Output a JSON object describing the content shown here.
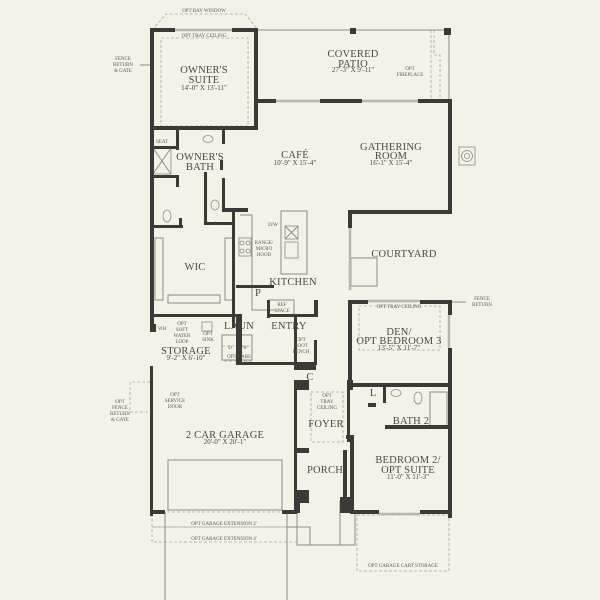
{
  "plan": {
    "background": "#f4f1e7",
    "wall_color": "#3c3a36",
    "rooms": [
      {
        "id": "owners-suite",
        "name": [
          "OWNER'S",
          "SUITE"
        ],
        "dims": "14'-0\" X 13'-11\""
      },
      {
        "id": "covered-patio",
        "name": [
          "COVERED",
          "PATIO"
        ],
        "dims": "27'-3\" X 9'-11\""
      },
      {
        "id": "cafe",
        "name": [
          "CAFÉ"
        ],
        "dims": "10'-9\" X 15'-4\""
      },
      {
        "id": "gathering-room",
        "name": [
          "GATHERING",
          "ROOM"
        ],
        "dims": "16'-1\" X 15'-4\""
      },
      {
        "id": "owners-bath",
        "name": [
          "OWNER'S",
          "BATH"
        ],
        "dims": ""
      },
      {
        "id": "wic",
        "name": [
          "WIC"
        ],
        "dims": ""
      },
      {
        "id": "kitchen",
        "name": [
          "KITCHEN"
        ],
        "dims": ""
      },
      {
        "id": "courtyard",
        "name": [
          "COURTYARD"
        ],
        "dims": ""
      },
      {
        "id": "den",
        "name": [
          "DEN/",
          "OPT BEDROOM 3"
        ],
        "dims": "13'-5\" X 11'-7\""
      },
      {
        "id": "laun",
        "name": [
          "LAUN"
        ],
        "dims": ""
      },
      {
        "id": "entry",
        "name": [
          "ENTRY"
        ],
        "dims": ""
      },
      {
        "id": "storage",
        "name": [
          "STORAGE"
        ],
        "dims": "9'-2\" X 6'-10\""
      },
      {
        "id": "garage",
        "name": [
          "2 CAR GARAGE"
        ],
        "dims": "20'-0\" X 20'-1\""
      },
      {
        "id": "foyer",
        "name": [
          "FOYER"
        ],
        "dims": ""
      },
      {
        "id": "porch",
        "name": [
          "PORCH"
        ],
        "dims": ""
      },
      {
        "id": "bath2",
        "name": [
          "BATH 2"
        ],
        "dims": ""
      },
      {
        "id": "bedroom2",
        "name": [
          "BEDROOM 2/",
          "OPT SUITE"
        ],
        "dims": "11'-0\" X 11'-3\""
      }
    ],
    "notes": {
      "opt_bay_window": "OPT BAY WINDOW",
      "opt_tray_ceiling_owner": "OPT TRAY CEILING",
      "fence_return_gate_top": [
        "FENCE",
        "RETURN",
        "& GATE"
      ],
      "opt_fireplace": [
        "OPT",
        "FIREPLACE"
      ],
      "seat": "SEAT",
      "l_owner": "L",
      "dw": "D/W",
      "range": [
        "RANGE/",
        "MICRO",
        "HOOD"
      ],
      "pantry": "P",
      "ref_space": [
        "REF",
        "SPACE"
      ],
      "opt_tray_ceiling_den": "OPT TRAY CEILING",
      "fence_return_right": [
        "FENCE",
        "RETURN"
      ],
      "wh": "WH",
      "opt_soft_water": [
        "OPT",
        "SOFT",
        "WATER",
        "LOOP"
      ],
      "opt_sink": [
        "OPT",
        "SINK"
      ],
      "d": "D",
      "w": "W",
      "opt_cabs": "OPT CABS",
      "opt_boot_bench": [
        "OPT",
        "BOOT",
        "BENCH"
      ],
      "closet": "C",
      "opt_tray_ceiling_foyer": [
        "OPT",
        "TRAY",
        "CEILING"
      ],
      "l_bath2": "L",
      "opt_service_door": [
        "OPT",
        "SERVICE",
        "DOOR"
      ],
      "opt_fence_return_gate": [
        "OPT",
        "FENCE",
        "RETURN",
        "& GATE"
      ],
      "opt_garage_ext_2": "OPT GARAGE EXTENSION 2'",
      "opt_garage_ext_4": "OPT GARAGE EXTENSION 4'",
      "opt_garage_cart": "OPT GARAGE CART STORAGE"
    }
  }
}
